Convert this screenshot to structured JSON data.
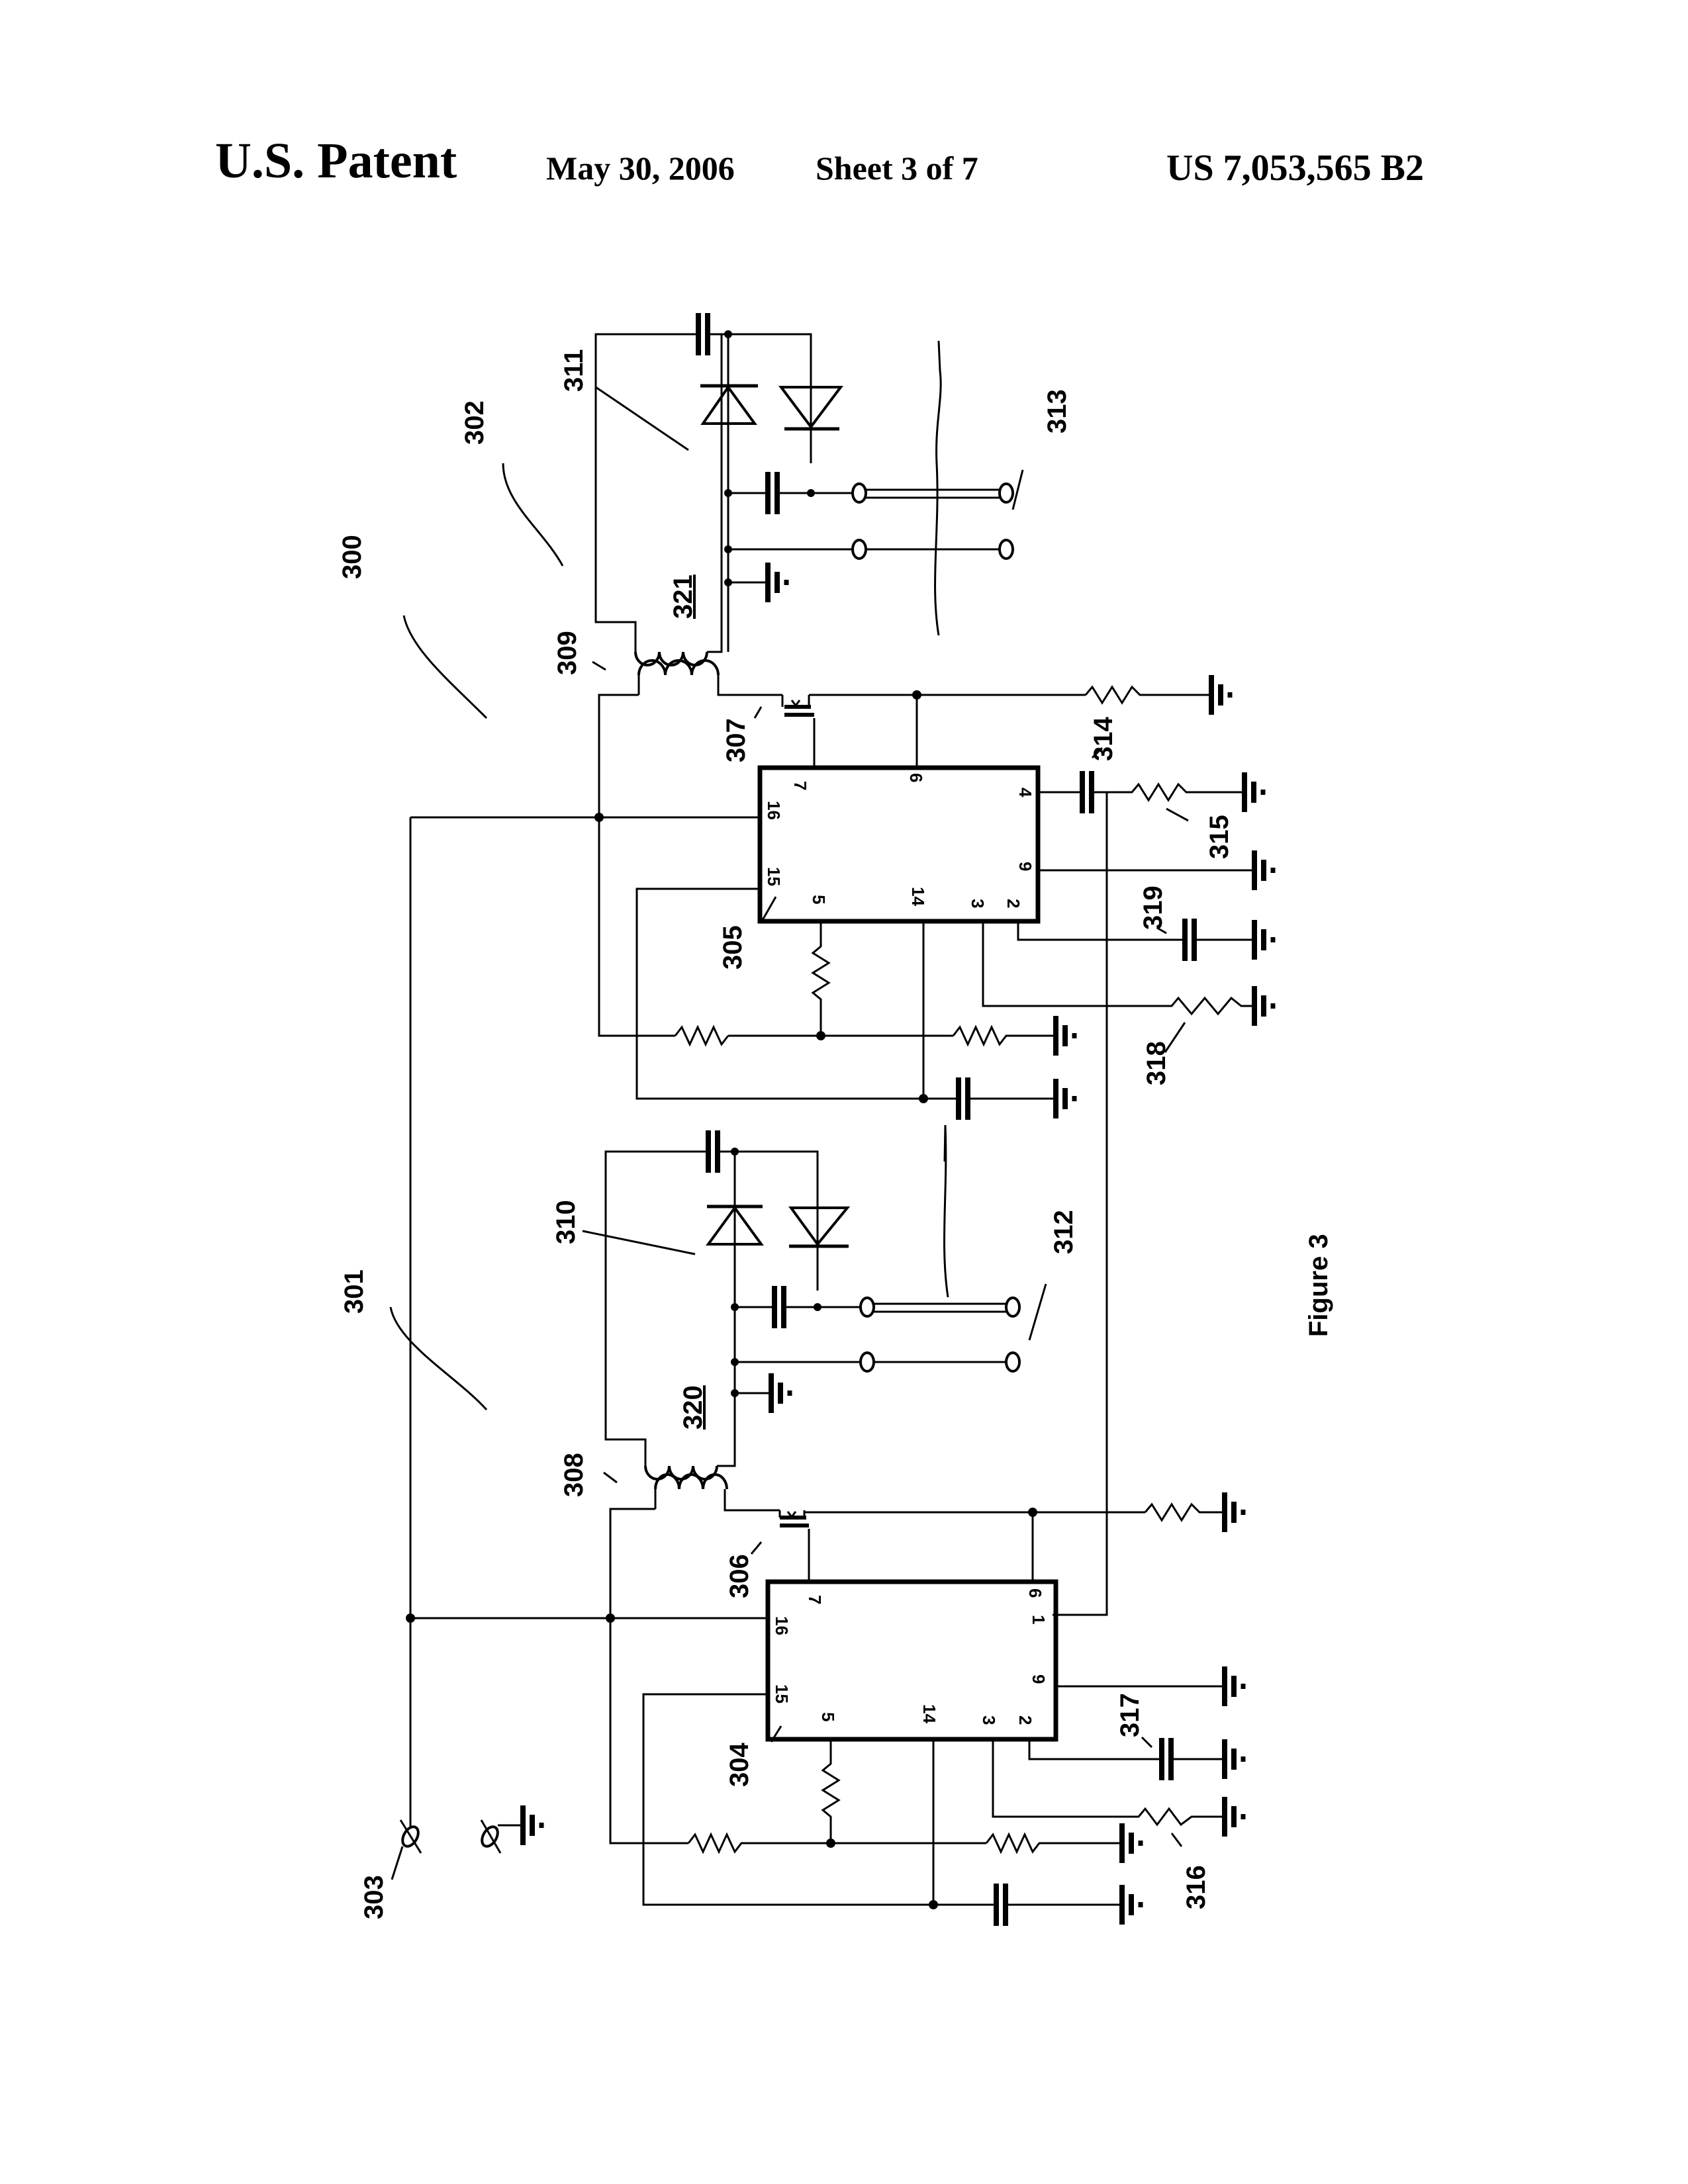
{
  "header": {
    "title": "U.S. Patent",
    "date": "May 30, 2006",
    "sheet": "Sheet 3 of 7",
    "patent_number": "US 7,053,565 B2"
  },
  "figure": {
    "caption": "Figure 3",
    "reference_labels": {
      "r300": "300",
      "r301": "301",
      "r302": "302",
      "r303": "303",
      "r304": "304",
      "r305": "305",
      "r306": "306",
      "r307": "307",
      "r308": "308",
      "r309": "309",
      "r310": "310",
      "r311": "311",
      "r312": "312",
      "r313": "313",
      "r314": "314",
      "r315": "315",
      "r316": "316",
      "r317": "317",
      "r318": "318",
      "r319": "319",
      "r320": "320",
      "r321": "321"
    },
    "upper_ic_pins": {
      "p7": "7",
      "p6": "6",
      "p16": "16",
      "p15": "15",
      "p5": "5",
      "p14": "14",
      "p3": "3",
      "p2": "2",
      "p4": "4",
      "p9": "9"
    },
    "lower_ic_pins": {
      "p7": "7",
      "p6": "6",
      "p16": "16",
      "p15": "15",
      "p5": "5",
      "p14": "14",
      "p3": "3",
      "p2": "2",
      "p1": "1",
      "p9": "9"
    }
  }
}
